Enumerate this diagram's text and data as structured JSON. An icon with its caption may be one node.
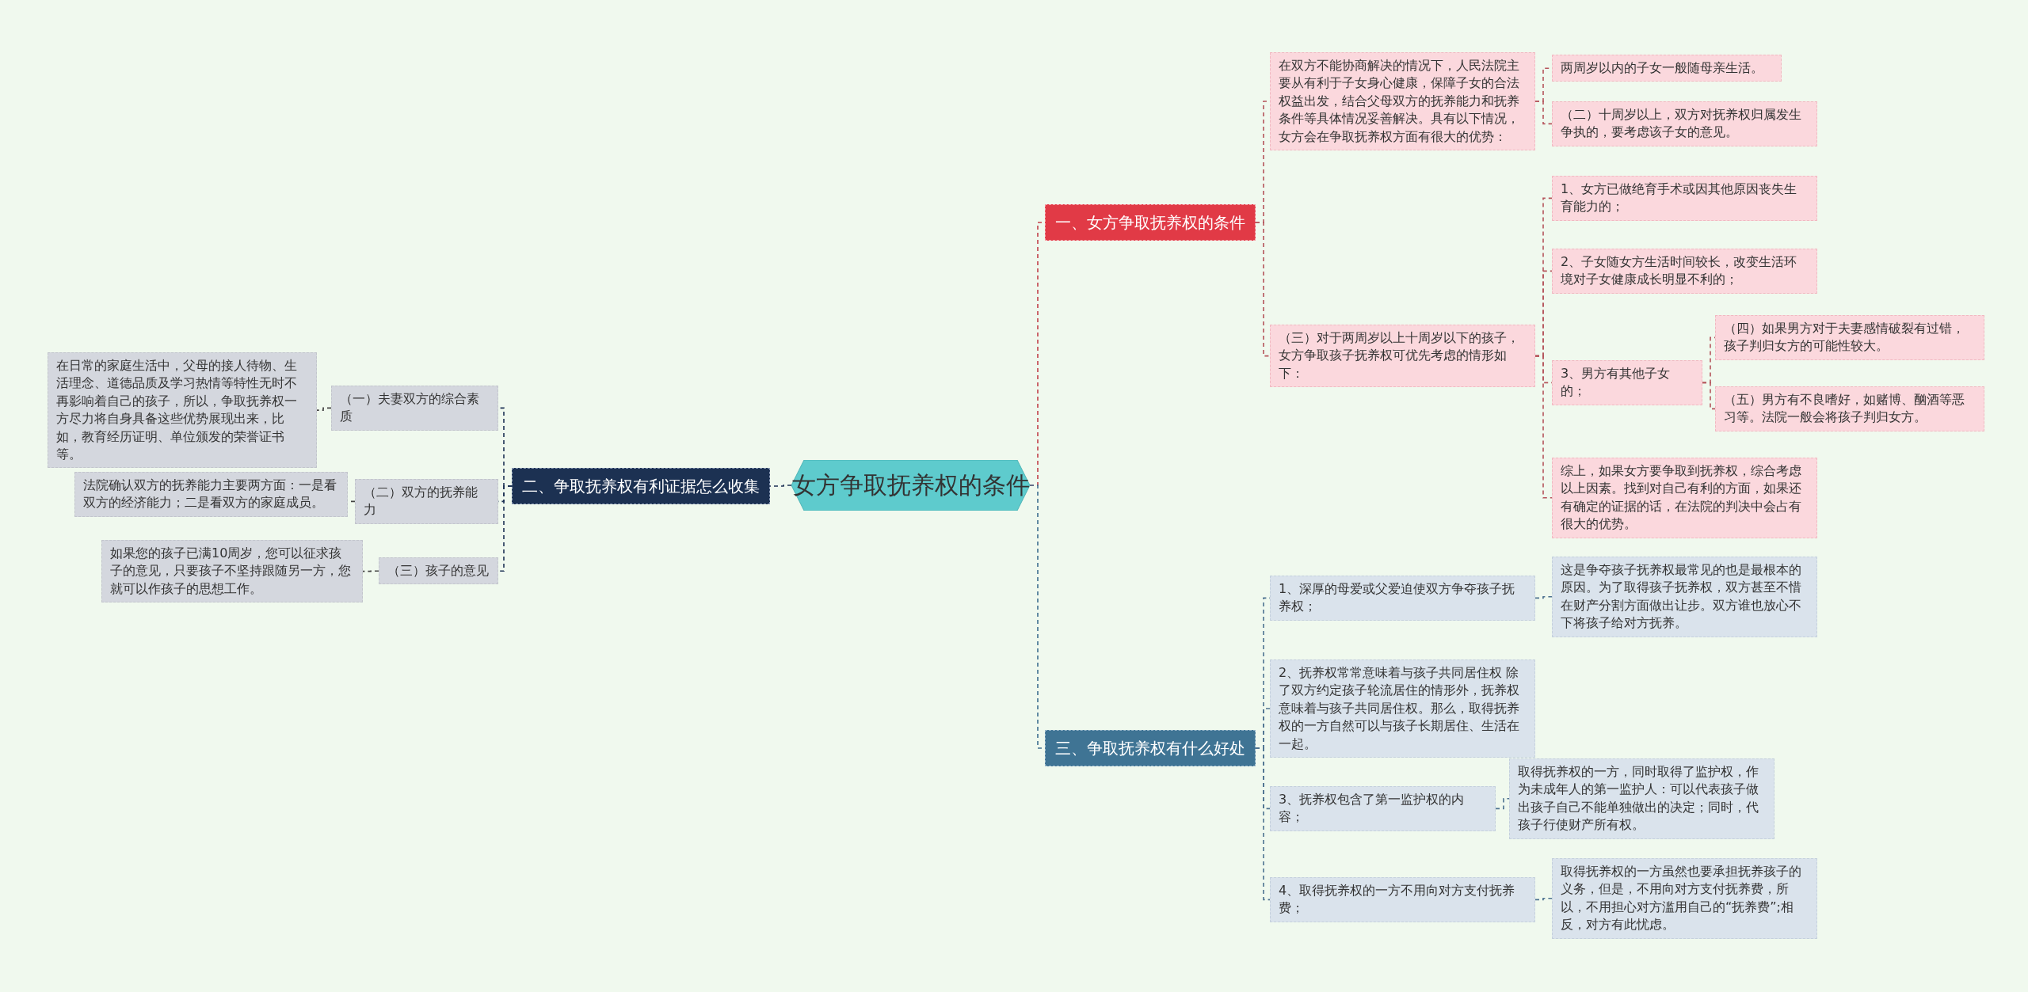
{
  "diagram": {
    "nodes": [
      {
        "text": [
          "女方争取抚养权的条件"
        ]
      },
      {
        "text": [
          "一、女方争取抚养权的条件"
        ]
      },
      {
        "text": [
          "在双方不能协商解决的情况下，人民法院主要从有利于子女身心健康，保障子女的合法权益出发，结合父母双方的抚养能力和抚养条件等具体情况妥善解决。具有以下情况，女方会在争取抚养权方面有很大的优势："
        ]
      },
      {
        "text": [
          "两周岁以内的子女一般随母亲生活。"
        ]
      },
      {
        "text": [
          "（二）十周岁以上，双方对抚养权归属发生争执的，要考虑该子女的意见。"
        ]
      },
      {
        "text": [
          "（三）对于两周岁以上十周岁以下的孩子，女方争取孩子抚养权可优先考虑的情形如下："
        ]
      },
      {
        "text": [
          "1、女方已做绝育手术或因其他原因丧失生育能力的；"
        ]
      },
      {
        "text": [
          "2、子女随女方生活时间较长，改变生活环境对子女健康成长明显不利的；"
        ]
      },
      {
        "text": [
          "3、男方有其他子女的；"
        ]
      },
      {
        "text": [
          "（四）如果男方对于夫妻感情破裂有过错，孩子判归女方的可能性较大。"
        ]
      },
      {
        "text": [
          "（五）男方有不良嗜好，如赌博、酗酒等恶习等。法院一般会将孩子判归女方。"
        ]
      },
      {
        "text": [
          "综上，如果女方要争取到抚养权，综合考虑以上因素。找到对自己有利的方面，如果还有确定的证据的话，在法院的判决中会占有很大的优势。"
        ]
      },
      {
        "text": [
          "二、争取抚养权有利证据怎么收集"
        ]
      },
      {
        "text": [
          "（一）夫妻双方的综合素质"
        ]
      },
      {
        "text": [
          "在日常的家庭生活中，父母的接人待物、生活理念、道德品质及学习热情等特性无时不再影响着自己的孩子，所以，争取抚养权一方尽力将自身具备这些优势展现出来，比如，教育经历证明、单位颁发的荣誉证书等。"
        ]
      },
      {
        "text": [
          "（二）双方的抚养能力"
        ]
      },
      {
        "text": [
          "法院确认双方的抚养能力主要两方面：一是看双方的经济能力；二是看双方的家庭成员。"
        ]
      },
      {
        "text": [
          "（三）孩子的意见"
        ]
      },
      {
        "text": [
          "如果您的孩子已满10周岁，您可以征求孩子的意见，只要孩子不坚持跟随另一方，您就可以作孩子的思想工作。"
        ]
      },
      {
        "text": [
          "三、争取抚养权有什么好处"
        ]
      },
      {
        "text": [
          "1、深厚的母爱或父爱迫使双方争夺孩子抚养权；"
        ]
      },
      {
        "text": [
          "这是争夺孩子抚养权最常见的也是最根本的原因。为了取得孩子抚养权，双方甚至不惜在财产分割方面做出让步。双方谁也放心不下将孩子给对方抚养。"
        ]
      },
      {
        "text": [
          "2、抚养权常常意味着与孩子共同居住权 除了双方约定孩子轮流居住的情形外，抚养权意味着与孩子共同居住权。那么，取得抚养权的一方自然可以与孩子长期居住、生活在一起。"
        ]
      },
      {
        "text": [
          "3、抚养权包含了第一监护权的内容；"
        ]
      },
      {
        "text": [
          "取得抚养权的一方，同时取得了监护权，作为未成年人的第一监护人：可以代表孩子做出孩子自己不能单独做出的决定；同时，代孩子行使财产所有权。"
        ]
      },
      {
        "text": [
          "4、取得抚养权的一方不用向对方支付抚养费；"
        ]
      },
      {
        "text": [
          "取得抚养权的一方虽然也要承担抚养孩子的义务，但是，不用向对方支付抚养费，所以，不用担心对方滥用自己的“抚养费”;相反，对方有此忧虑。"
        ]
      }
    ],
    "edges": [
      {
        "from": 0,
        "to": 1,
        "arrow": "none",
        "color": "#c2404a"
      },
      {
        "from": 0,
        "to": 12,
        "arrow": "none",
        "color": "#1d3254"
      },
      {
        "from": 0,
        "to": 19,
        "arrow": "none",
        "color": "#3f6f8f"
      },
      {
        "from": 1,
        "to": 2,
        "arrow": "none",
        "color": "#b5545b"
      },
      {
        "from": 1,
        "to": 5,
        "arrow": "none",
        "color": "#b5545b"
      },
      {
        "from": 2,
        "to": 3,
        "arrow": "none",
        "color": "#b5545b"
      },
      {
        "from": 2,
        "to": 4,
        "arrow": "none",
        "color": "#b5545b"
      },
      {
        "from": 5,
        "to": 6,
        "arrow": "none",
        "color": "#b5545b"
      },
      {
        "from": 5,
        "to": 7,
        "arrow": "none",
        "color": "#b5545b"
      },
      {
        "from": 5,
        "to": 8,
        "arrow": "none",
        "color": "#b5545b"
      },
      {
        "from": 5,
        "to": 11,
        "arrow": "none",
        "color": "#b5545b"
      },
      {
        "from": 8,
        "to": 9,
        "arrow": "none",
        "color": "#b5545b"
      },
      {
        "from": 8,
        "to": 10,
        "arrow": "none",
        "color": "#b5545b"
      },
      {
        "from": 12,
        "to": 13,
        "arrow": "none",
        "color": "#1d3254"
      },
      {
        "from": 12,
        "to": 15,
        "arrow": "none",
        "color": "#1d3254"
      },
      {
        "from": 12,
        "to": 17,
        "arrow": "none",
        "color": "#1d3254"
      },
      {
        "from": 13,
        "to": 14,
        "arrow": "none",
        "color": "#444444"
      },
      {
        "from": 15,
        "to": 16,
        "arrow": "none",
        "color": "#444444"
      },
      {
        "from": 17,
        "to": 18,
        "arrow": "none",
        "color": "#444444"
      },
      {
        "from": 19,
        "to": 20,
        "arrow": "none",
        "color": "#4d7290"
      },
      {
        "from": 19,
        "to": 22,
        "arrow": "none",
        "color": "#4d7290"
      },
      {
        "from": 19,
        "to": 23,
        "arrow": "none",
        "color": "#4d7290"
      },
      {
        "from": 19,
        "to": 25,
        "arrow": "none",
        "color": "#4d7290"
      },
      {
        "from": 20,
        "to": 21,
        "arrow": "none",
        "color": "#4d7290"
      },
      {
        "from": 23,
        "to": 24,
        "arrow": "none",
        "color": "#4d7290"
      },
      {
        "from": 25,
        "to": 26,
        "arrow": "none",
        "color": "#4d7290"
      }
    ]
  }
}
